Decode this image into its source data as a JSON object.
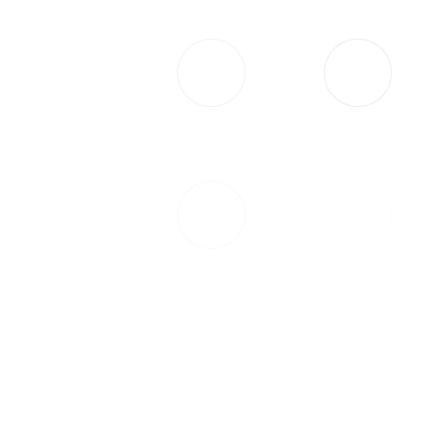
{
  "colors": {
    "background": "#ffffff"
  },
  "slots": [
    {
      "id": "ring-1",
      "icon": "dotted-circle-icon",
      "color": "#e2e2e2"
    },
    {
      "id": "ring-2",
      "icon": "dotted-circle-icon",
      "color": "#d4d4d4"
    },
    {
      "id": "ring-3",
      "icon": "dotted-circle-icon",
      "color": "#f2f2f2"
    },
    {
      "id": "ring-4",
      "icon": "dotted-circle-icon",
      "color": "#fafafa"
    }
  ]
}
